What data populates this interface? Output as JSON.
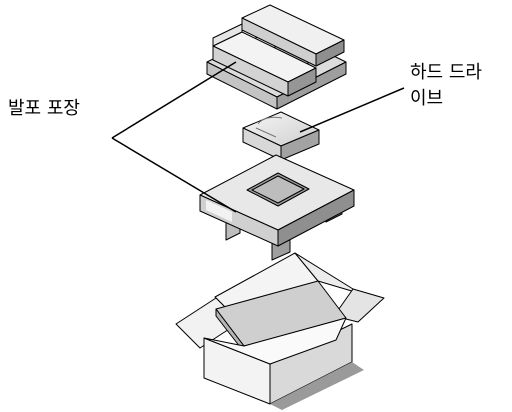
{
  "labels": {
    "foam_packing": "발포 포장",
    "hard_drive_line1": "하드 드라",
    "hard_drive_line2": "이브"
  },
  "colors": {
    "outline": "#000000",
    "light_gray": "#eeeeee",
    "mid_gray": "#cfcfcf",
    "dark_gray": "#a7a7a7",
    "shadow": "#8c8c8c"
  }
}
